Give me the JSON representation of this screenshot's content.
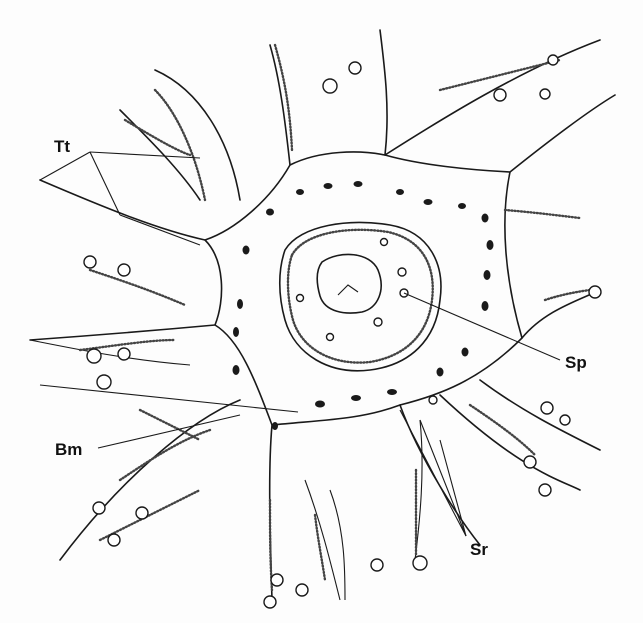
{
  "labels": {
    "tt": "Tt",
    "sp": "Sp",
    "bm": "Bm",
    "sr": "Sr"
  }
}
